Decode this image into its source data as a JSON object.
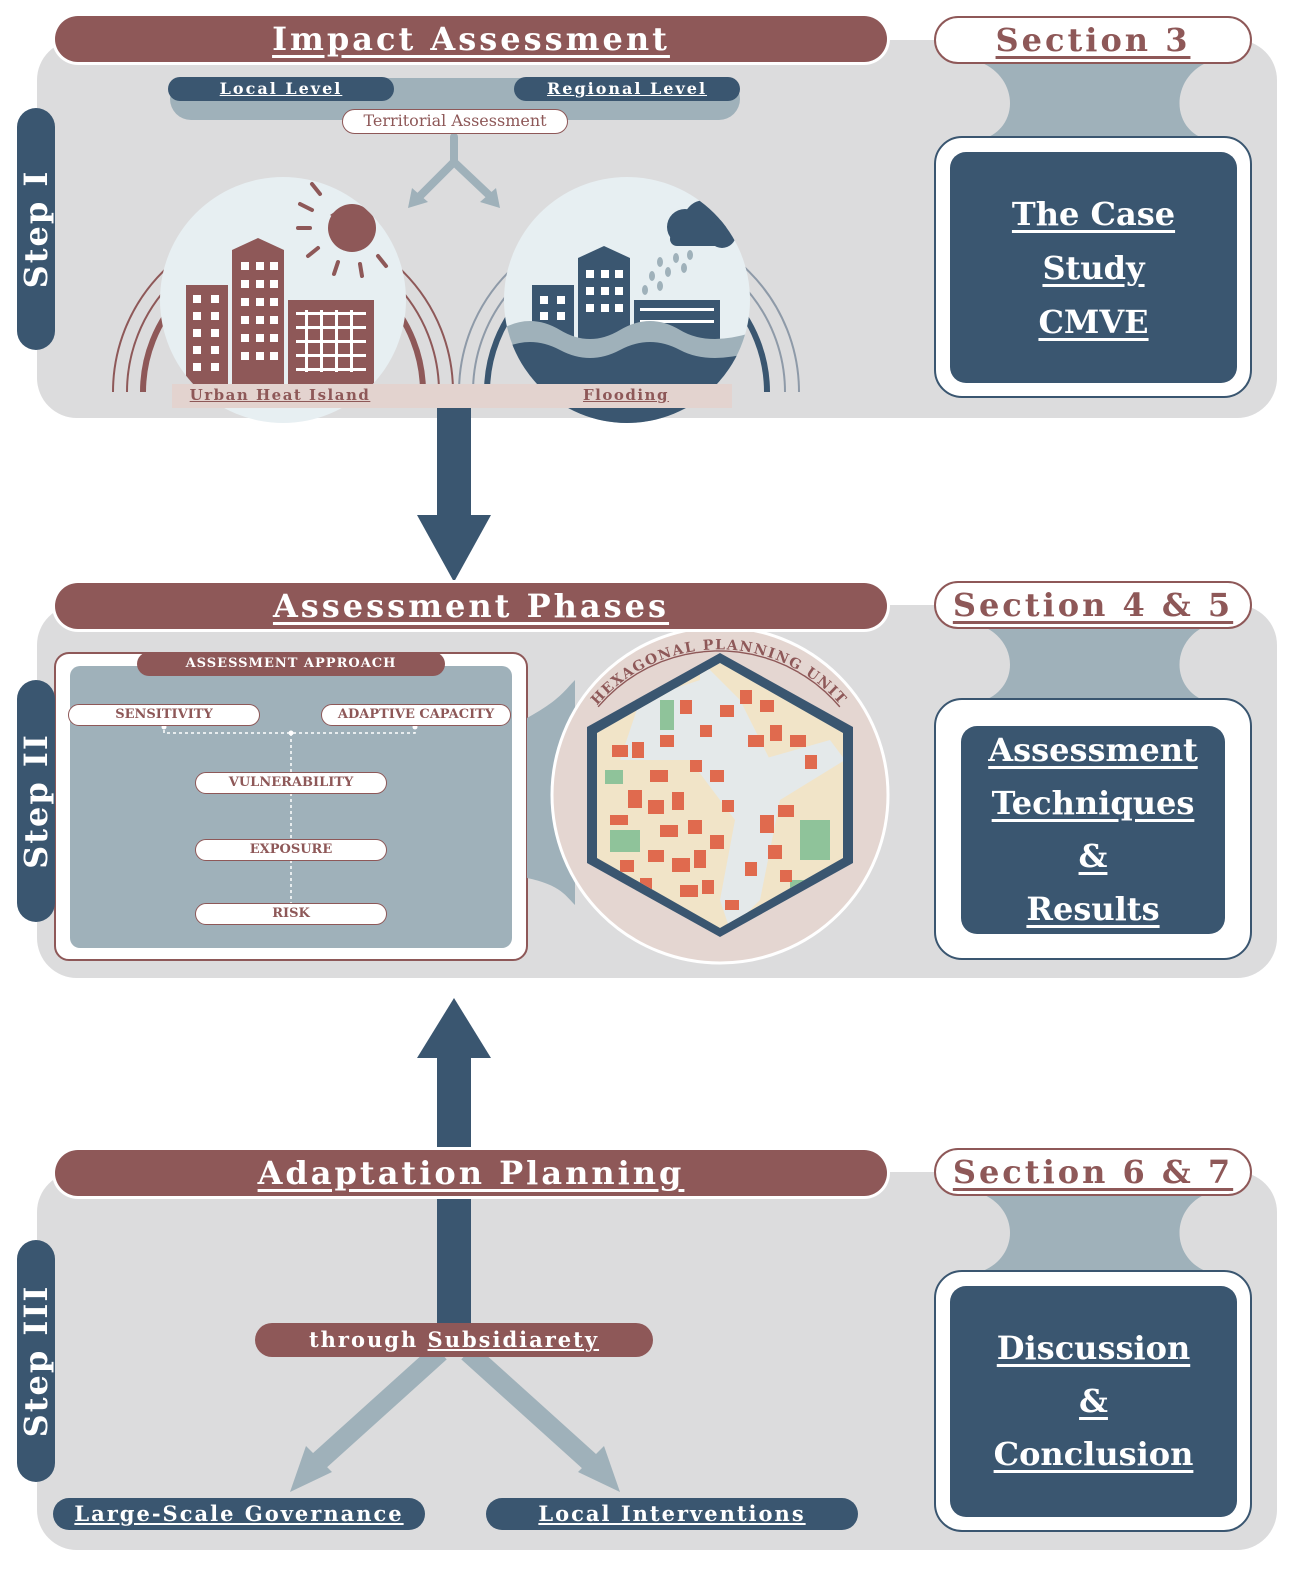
{
  "step1": {
    "title": "Impact Assessment",
    "section": "Section 3",
    "step_label": "Step I",
    "levels": [
      "Local Level",
      "Regional Level"
    ],
    "territorial": "Territorial Assessment",
    "hazards": [
      "Urban Heat Island",
      "Flooding"
    ],
    "box_lines": [
      "The Case",
      "Study",
      "CMVE"
    ]
  },
  "step2": {
    "title": "Assessment Phases",
    "section": "Section 4 & 5",
    "step_label": "Step II",
    "approach_title": "ASSESSMENT APPROACH",
    "approach_items": [
      "SENSITIVITY",
      "ADAPTIVE CAPACITY",
      "VULNERABILITY",
      "EXPOSURE",
      "RISK"
    ],
    "map_label": "HEXAGONAL PLANNING UNIT",
    "box_lines": [
      "Assessment",
      "Techniques",
      "&",
      "Results"
    ]
  },
  "step3": {
    "title": "Adaptation Planning",
    "section": "Section 6 & 7",
    "step_label": "Step III",
    "through_prefix": "through",
    "through_word": "Subsidiarety",
    "branches": [
      "Large-Scale Governance",
      "Local Interventions"
    ],
    "box_lines": [
      "Discussion",
      "&",
      "Conclusion"
    ]
  },
  "colors": {
    "navy": "#3a5670",
    "maroon": "#8e5858",
    "panel_grey": "#dcdcdd",
    "steel": "#9fb1ba"
  }
}
